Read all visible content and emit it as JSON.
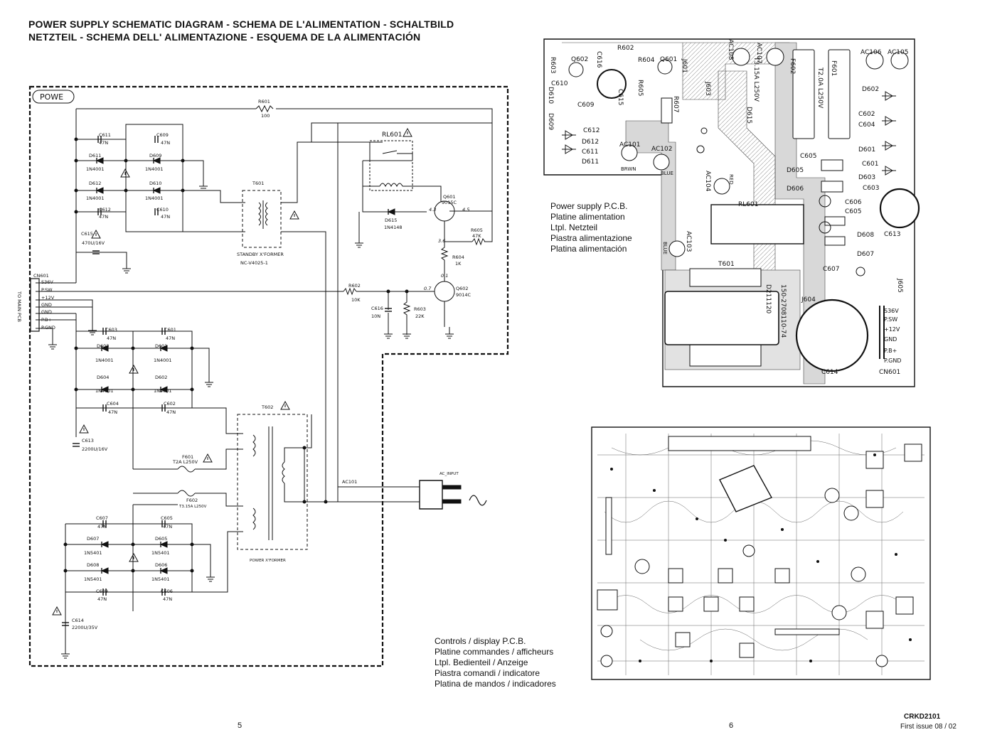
{
  "titles": {
    "line1": "POWER SUPPLY SCHEMATIC DIAGRAM - SCHEMA DE L'ALIMENTATION - SCHALTBILD",
    "line2": "NETZTEIL - SCHEMA DELL' ALIMENTAZIONE  - ESQUEMA DE LA ALIMENTACIÓN"
  },
  "schematic": {
    "block_label": "POWE",
    "connector": "CN601",
    "connector_side": "TO MAIN PCB",
    "pins": [
      "S36V",
      "P.SW",
      "+12V",
      "GND",
      "GND",
      "P.B+",
      "P.GND"
    ],
    "r601": {
      "ref": "R601",
      "val": "100"
    },
    "c611": {
      "ref": "C611",
      "val": "47N"
    },
    "c609": {
      "ref": "C609",
      "val": "47N"
    },
    "d611": {
      "ref": "D611",
      "val": "1N4001"
    },
    "d609": {
      "ref": "D609",
      "val": "1N4001"
    },
    "d612": {
      "ref": "D612",
      "val": "1N4001"
    },
    "d610": {
      "ref": "D610",
      "val": "1N4001"
    },
    "c612": {
      "ref": "C612",
      "val": "47N"
    },
    "c610": {
      "ref": "C610",
      "val": "47N"
    },
    "c615": {
      "ref": "C615",
      "val": "470U/16V"
    },
    "t601": {
      "ref": "T601",
      "name": "STANDBY X'FORMER",
      "part": "NC-V4025-1"
    },
    "rl601": "RL601",
    "q601": {
      "ref": "Q601",
      "val": "9015C"
    },
    "d615": {
      "ref": "D615",
      "val": "1N4148"
    },
    "r605": {
      "ref": "R605",
      "val": "47K"
    },
    "r604": {
      "ref": "R604",
      "val": "1K"
    },
    "q602": {
      "ref": "Q602",
      "val": "9014C"
    },
    "r602": {
      "ref": "R602",
      "val": "10K"
    },
    "c616": {
      "ref": "C616",
      "val": "10N"
    },
    "r603": {
      "ref": "R603",
      "val": "22K"
    },
    "volts": [
      "4.3",
      "4.5",
      "3.6",
      "0.1",
      "0.7"
    ],
    "c603": {
      "ref": "C603",
      "val": "47N"
    },
    "c601": {
      "ref": "C601",
      "val": "47N"
    },
    "d603": {
      "ref": "D603",
      "val": "1N4001"
    },
    "d601": {
      "ref": "D601",
      "val": "1N4001"
    },
    "d604": {
      "ref": "D604",
      "val": "1N4001"
    },
    "d602": {
      "ref": "D602",
      "val": "1N4001"
    },
    "c604": {
      "ref": "C604",
      "val": "47N"
    },
    "c602": {
      "ref": "C602",
      "val": "47N"
    },
    "c613": {
      "ref": "C613",
      "val": "2200U/16V"
    },
    "f601": {
      "ref": "F601",
      "val": "T2A L250V"
    },
    "t602": {
      "ref": "T602",
      "name": "POWER X'FORMER"
    },
    "f602": {
      "ref": "F602",
      "val": "T3.15A L250V"
    },
    "c607": {
      "ref": "C607",
      "val": "47N"
    },
    "c605": {
      "ref": "C605",
      "val": "47N"
    },
    "d607": {
      "ref": "D607",
      "val": "1N5401"
    },
    "d605": {
      "ref": "D605",
      "val": "1N5401"
    },
    "d608": {
      "ref": "D608",
      "val": "1N5401"
    },
    "d606": {
      "ref": "D606",
      "val": "1N5401"
    },
    "c609b": {
      "ref": "C609",
      "val": "47N"
    },
    "c606": {
      "ref": "C606",
      "val": "47N"
    },
    "c614": {
      "ref": "C614",
      "val": "2200U/35V"
    },
    "ac101": "AC101",
    "ac_input": "AC_INPUT"
  },
  "psu_pcb": {
    "labels": [
      "R602",
      "Q602",
      "C616",
      "R603",
      "Q601",
      "R604",
      "J601",
      "AC108",
      "AC107",
      "AC106",
      "AC105",
      "C610",
      "R605",
      "D610",
      "D609",
      "C609",
      "C615",
      "C612",
      "D612",
      "C611",
      "D611",
      "R607",
      "J603",
      "D615",
      "T3.15A L250V",
      "T2.0A L250V",
      "F602",
      "F601",
      "D602",
      "C602",
      "C604",
      "D601",
      "AC101",
      "AC102",
      "BRWN",
      "BLUE",
      "C605",
      "C601",
      "D605",
      "D603",
      "D606",
      "C603",
      "AC104",
      "RED",
      "RL601",
      "C606",
      "C605",
      "C613",
      "D608",
      "D607",
      "C607",
      "AC103",
      "BLUE",
      "T601",
      "J604",
      "D211120",
      "150-2708110-74",
      "J605",
      "S36V",
      "P.SW",
      "+12V",
      "GND",
      "P.B+",
      "P.GND",
      "C614",
      "CN601"
    ],
    "caption": [
      "Power supply P.C.B.",
      "Platine alimentation",
      "Ltpl. Netzteil",
      "Piastra alimentazione",
      "Platina alimentación"
    ]
  },
  "ctrl_pcb": {
    "caption": [
      "Controls / display P.C.B.",
      "Platine commandes / afficheurs",
      "Ltpl. Bedienteil / Anzeige",
      "Piastra comandi / indicatore",
      "Platina de mandos / indicadores"
    ]
  },
  "footer": {
    "page_left": "5",
    "page_right": "6",
    "doc_id": "CRKD2101",
    "issue": "First issue 08 / 02"
  }
}
